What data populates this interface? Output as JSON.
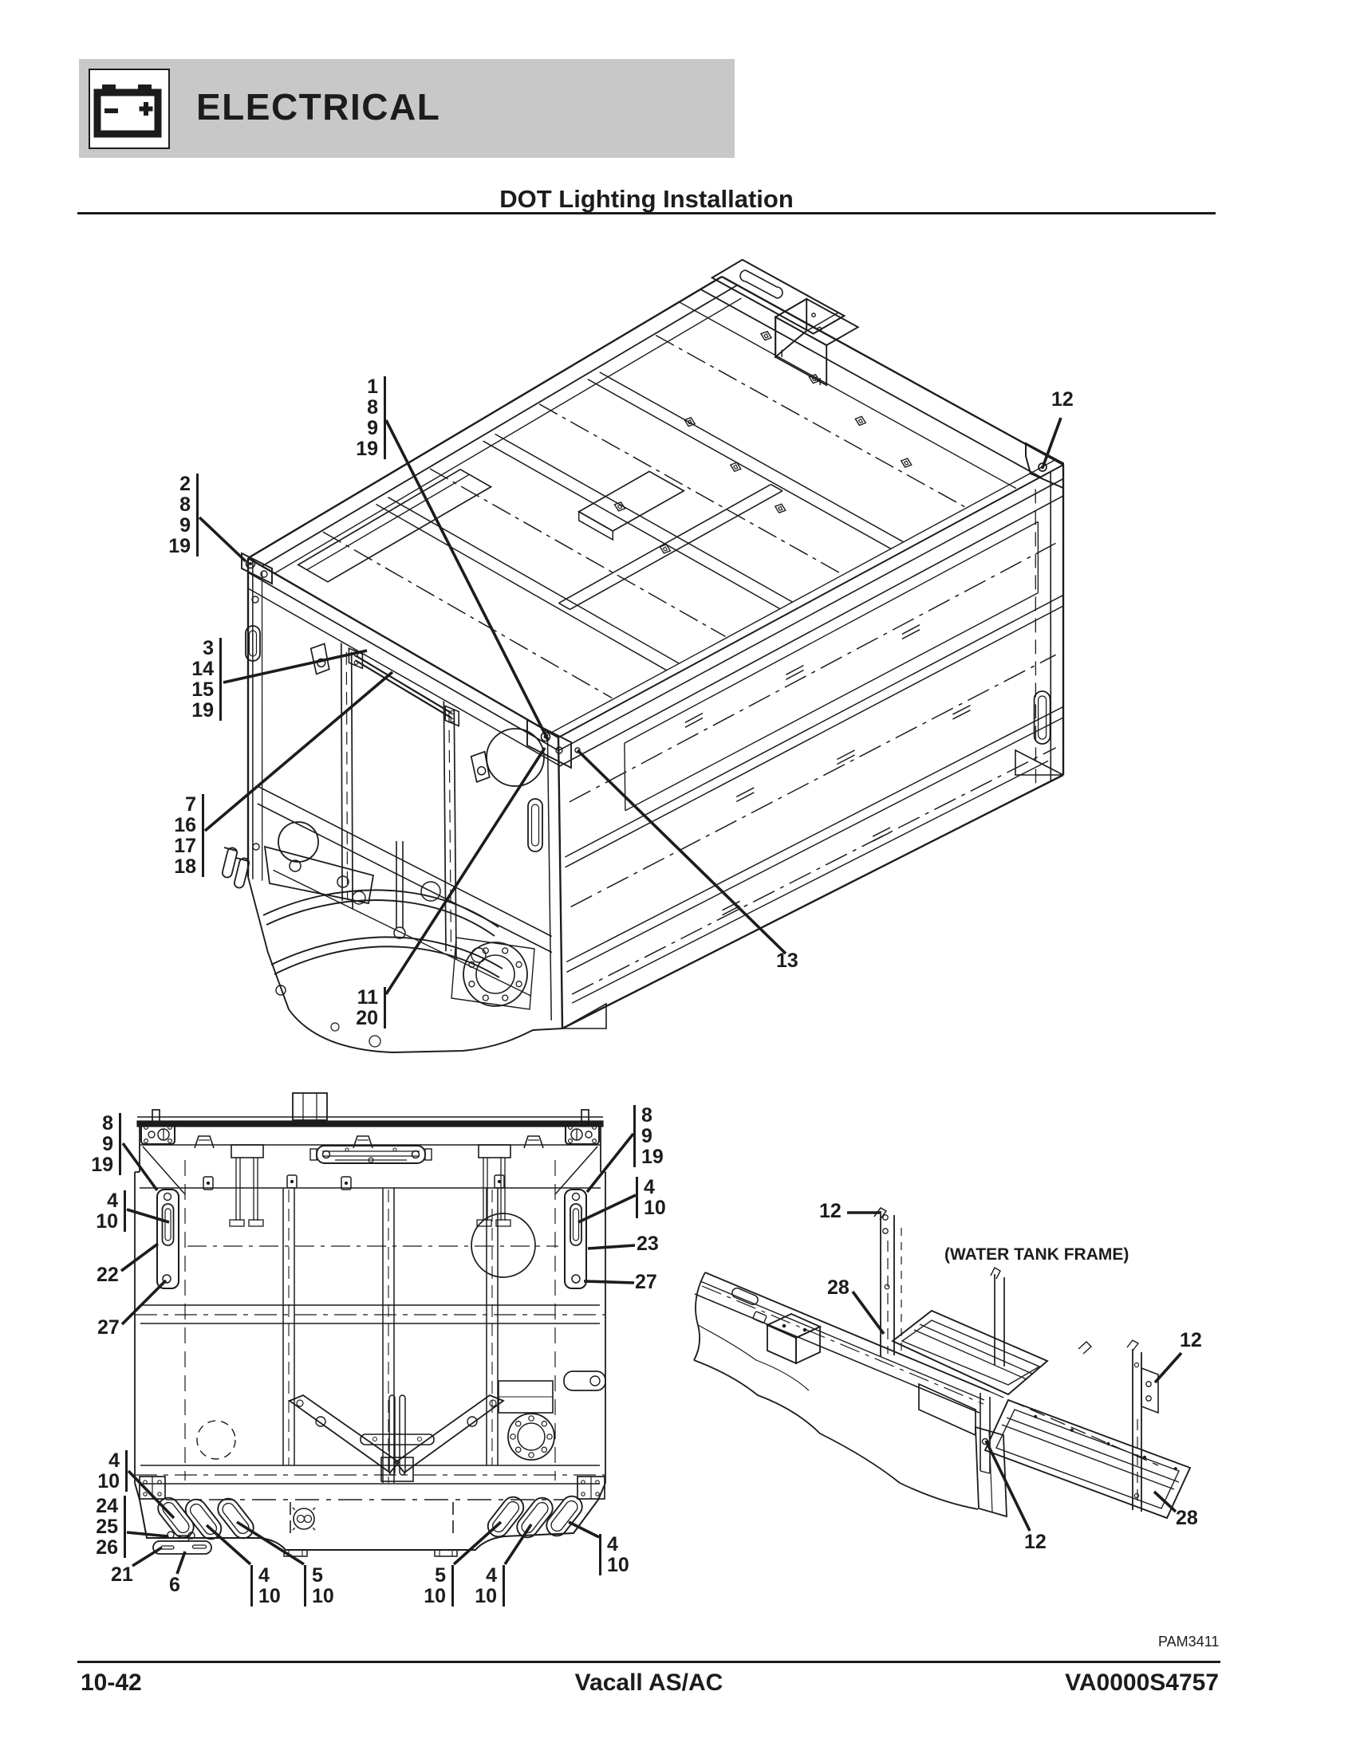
{
  "page": {
    "background": "#ffffff",
    "ink_color": "#1c1c1c"
  },
  "header": {
    "section_title": "ELECTRICAL",
    "icon": "battery-icon",
    "banner_background": "#c8c8c8"
  },
  "page_title": "DOT Lighting Installation",
  "figure": {
    "image_code": "PAM3411",
    "water_tank_frame_label": "(WATER TANK FRAME)"
  },
  "footer": {
    "page_number": "10-42",
    "model": "Vacall AS/AC",
    "document_number": "VA0000S4757"
  },
  "top_diagram": {
    "description": "isometric container body frame",
    "callouts": [
      {
        "text": "1\n8\n9\n19"
      },
      {
        "text": "2\n8\n9\n19"
      },
      {
        "text": "3\n14\n15\n19"
      },
      {
        "text": "7\n16\n17\n18"
      },
      {
        "text": "11\n20"
      },
      {
        "text": "12"
      },
      {
        "text": "13"
      }
    ]
  },
  "rear_diagram": {
    "description": "rear view of body frame",
    "callouts": [
      {
        "text": "8\n9\n19"
      },
      {
        "text": "4\n10"
      },
      {
        "text": "22"
      },
      {
        "text": "27"
      },
      {
        "text": "8\n9\n19"
      },
      {
        "text": "4\n10"
      },
      {
        "text": "23"
      },
      {
        "text": "27"
      },
      {
        "text": "4\n10"
      },
      {
        "text": "24\n25\n26"
      },
      {
        "text": "21"
      },
      {
        "text": "6"
      },
      {
        "text": "4\n10"
      },
      {
        "text": "5\n10"
      },
      {
        "text": "5\n10"
      },
      {
        "text": "4\n10"
      },
      {
        "text": "4\n10"
      }
    ]
  },
  "water_tank_diagram": {
    "label": "(WATER TANK FRAME)",
    "callouts": [
      {
        "text": "12"
      },
      {
        "text": "28"
      },
      {
        "text": "12"
      },
      {
        "text": "28"
      },
      {
        "text": "12"
      }
    ]
  }
}
